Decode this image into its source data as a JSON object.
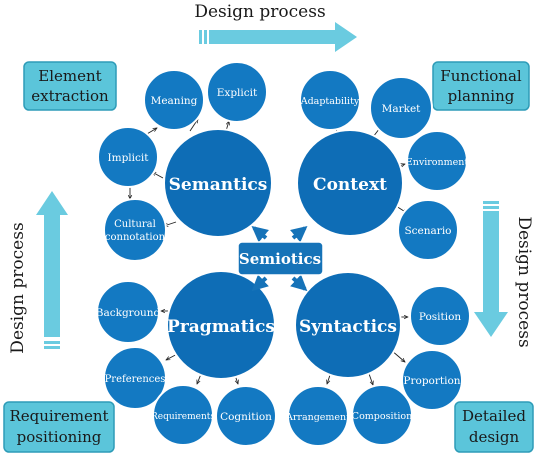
{
  "colors": {
    "node": "#1379C2",
    "node_stroke": "#ffffff",
    "big_node": "#0E6DB6",
    "corner_box": "#5BC5DA",
    "corner_box_stroke": "#2E9CB8",
    "center_box": "#1673B8",
    "arrow": "#6ACBE0",
    "text_light": "#ffffff",
    "text_dark": "#1a1a1a",
    "connector": "#222222"
  },
  "center": {
    "label": "Semiotics"
  },
  "categories": {
    "semantics": "Semantics",
    "context": "Context",
    "pragmatics": "Pragmatics",
    "syntactics": "Syntactics"
  },
  "satellites": {
    "meaning": "Meaning",
    "explicit": "Explicit",
    "implicit": "Implicit",
    "cultural_line1": "Cultural",
    "cultural_line2": "connotation",
    "adaptability": "Adaptability",
    "market": "Market",
    "environment": "Environment",
    "scenario": "Scenario",
    "background": "Background",
    "preferences": "Preferences",
    "requirements": "Requirements",
    "cognition": "Cognition",
    "position": "Position",
    "proportion": "Proportion",
    "arrangement": "Arrangement",
    "composition": "Composition"
  },
  "corners": {
    "top_left": [
      "Element",
      "extraction"
    ],
    "top_right": [
      "Functional",
      "planning"
    ],
    "bottom_left": [
      "Requirement",
      "positioning"
    ],
    "bottom_right": [
      "Detailed",
      "design"
    ]
  },
  "process_labels": {
    "top": "Design process",
    "left": "Design process",
    "right": "Design process"
  }
}
